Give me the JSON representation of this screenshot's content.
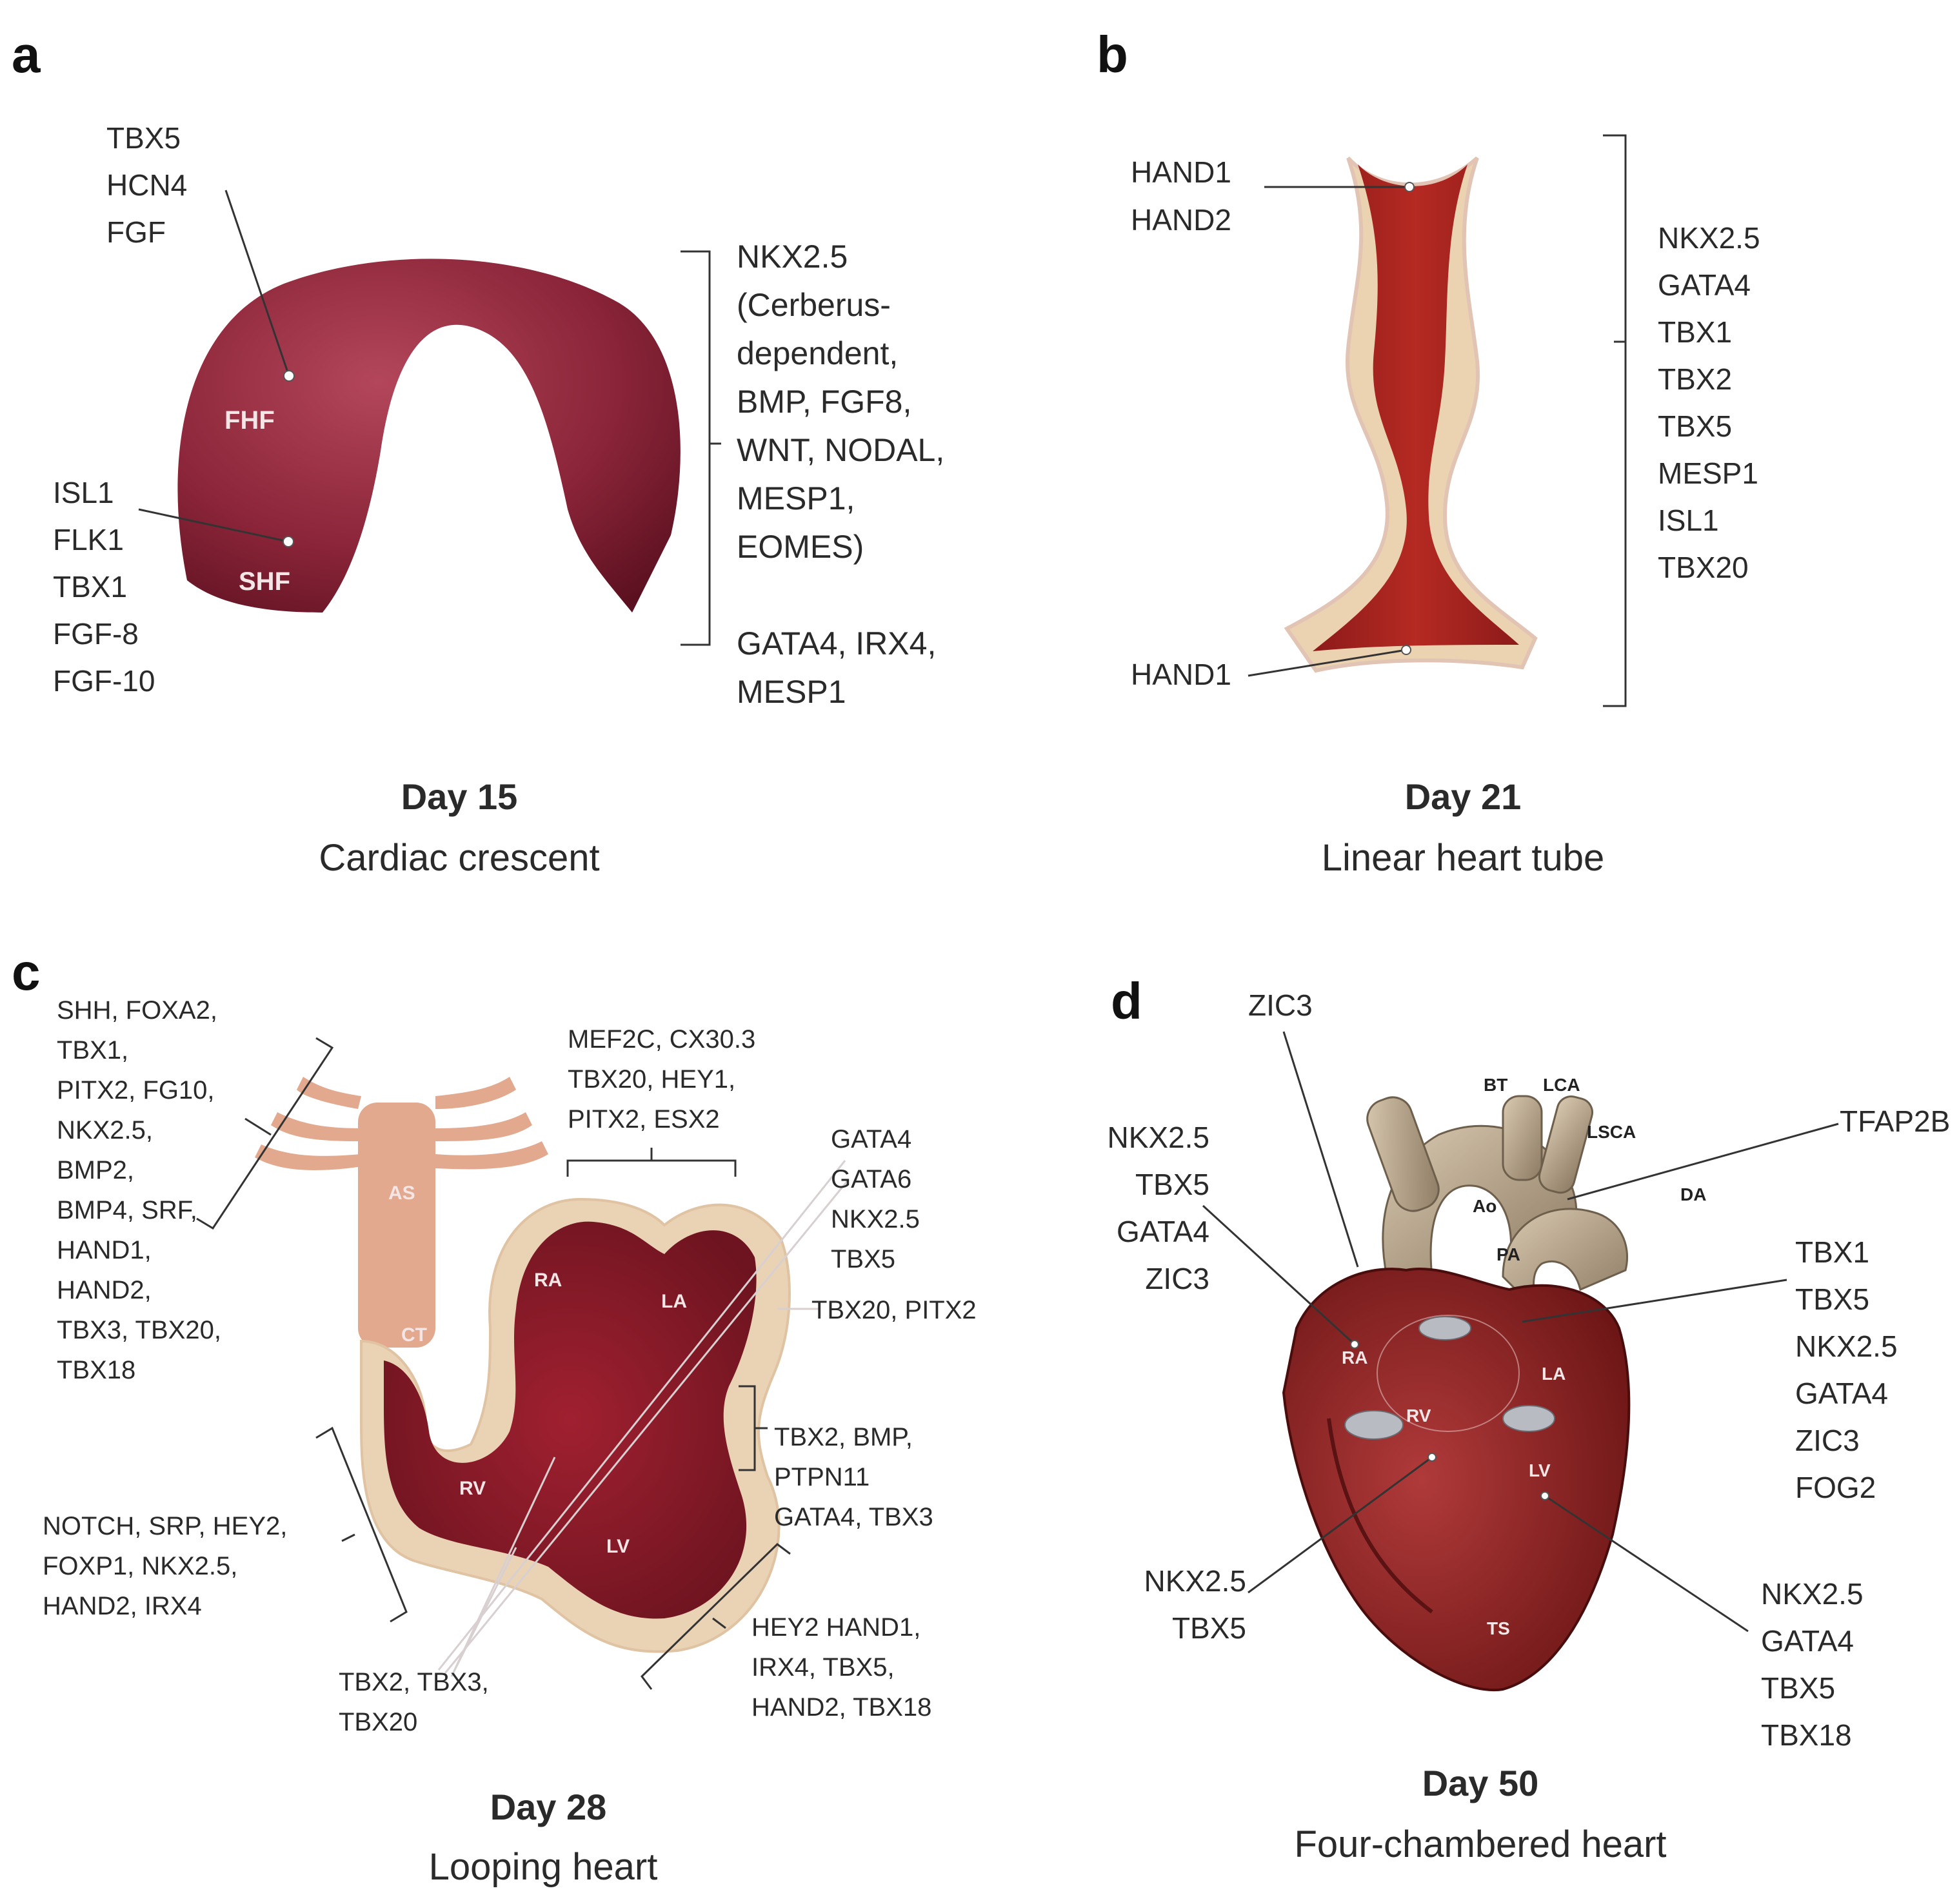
{
  "panel_a": {
    "letter": "a",
    "day": "Day 15",
    "stage": "Cardiac crescent",
    "region_fhf": "FHF",
    "region_shf": "SHF",
    "fhf_genes": [
      "TBX5",
      "HCN4",
      "FGF"
    ],
    "shf_genes": [
      "ISL1",
      "FLK1",
      "TBX1",
      "FGF-8",
      "FGF-10"
    ],
    "bracket_genes": [
      "NKX2.5",
      "(Cerberus-",
      "dependent,",
      "BMP, FGF8,",
      "WNT, NODAL,",
      "MESP1,",
      "EOMES)"
    ],
    "bottom_genes": [
      "GATA4, IRX4,",
      "MESP1"
    ]
  },
  "panel_b": {
    "letter": "b",
    "day": "Day 21",
    "stage": "Linear heart tube",
    "top_genes": [
      "HAND1",
      "HAND2"
    ],
    "bottom_gene": "HAND1",
    "bracket_genes": [
      "NKX2.5",
      "GATA4",
      "TBX1",
      "TBX2",
      "TBX5",
      "MESP1",
      "ISL1",
      "TBX20"
    ]
  },
  "panel_c": {
    "letter": "c",
    "day": "Day 28",
    "stage": "Looping heart",
    "regions": {
      "as": "AS",
      "ct": "CT",
      "ra": "RA",
      "la": "LA",
      "rv": "RV",
      "lv": "LV"
    },
    "outflow_genes": [
      "SHH, FOXA2,",
      "TBX1,",
      "PITX2, FG10,",
      "NKX2.5,",
      "BMP2,",
      "BMP4, SRF,",
      "HAND1,",
      "HAND2,",
      "TBX3, TBX20,",
      "TBX18"
    ],
    "atria_genes": [
      "MEF2C, CX30.3",
      "TBX20,  HEY1,",
      "PITX2, ESX2"
    ],
    "septum_genes": [
      "GATA4",
      "GATA6",
      "NKX2.5",
      "TBX5"
    ],
    "la_gene": "TBX20, PITX2",
    "avc_genes": [
      "TBX2, BMP,",
      "PTPN11",
      "GATA4, TBX3"
    ],
    "rv_genes": [
      "NOTCH, SRP, HEY2,",
      "FOXP1, NKX2.5,",
      "HAND2, IRX4"
    ],
    "lv_genes": [
      "HEY2 HAND1,",
      "IRX4, TBX5,",
      "HAND2, TBX18"
    ],
    "bottom_genes": [
      "TBX2, TBX3,",
      "TBX20"
    ]
  },
  "panel_d": {
    "letter": "d",
    "day": "Day 50",
    "stage": "Four-chambered heart",
    "regions": {
      "bt": "BT",
      "lca": "LCA",
      "lsca": "LSCA",
      "ao": "Ao",
      "da": "DA",
      "pa": "PA",
      "ra": "RA",
      "la": "LA",
      "rv": "RV",
      "lv": "LV",
      "ts": "TS"
    },
    "top_gene": "ZIC3",
    "ra_genes": [
      "NKX2.5",
      "TBX5",
      "GATA4",
      "ZIC3"
    ],
    "da_gene": "TFAP2B",
    "la_genes": [
      "TBX1",
      "TBX5",
      "NKX2.5",
      "GATA4",
      "ZIC3",
      "FOG2"
    ],
    "rv_genes": [
      "NKX2.5",
      "TBX5"
    ],
    "lv_genes": [
      "NKX2.5",
      "GATA4",
      "TBX5",
      "TBX18"
    ]
  }
}
